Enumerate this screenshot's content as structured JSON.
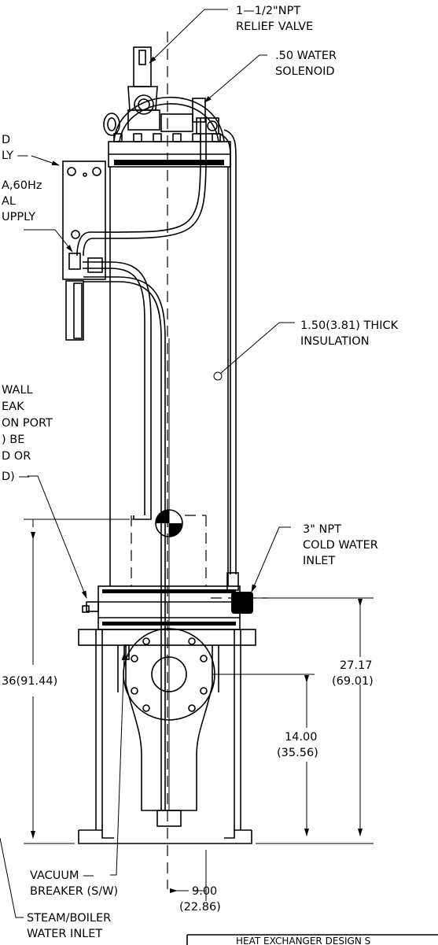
{
  "labels": {
    "relief_valve": [
      "1—1/2\"NPT",
      "RELIEF VALVE"
    ],
    "water_solenoid": [
      ".50 WATER",
      "SOLENOID"
    ],
    "supply_left": [
      "D",
      "LY —"
    ],
    "electrical": [
      "A,60Hz",
      "AL",
      "UPPLY"
    ],
    "insulation": [
      "1.50(3.81) THICK",
      "INSULATION"
    ],
    "leak_port": [
      "WALL",
      "EAK",
      "ON PORT",
      ") BE",
      "D OR",
      "D) —"
    ],
    "cold_inlet": [
      "3\" NPT",
      "COLD WATER",
      "INLET"
    ],
    "vacuum_breaker": [
      "VACUUM —",
      "BREAKER (S/W)"
    ],
    "steam_inlet": [
      "STEAM/BOILER",
      "WATER INLET"
    ],
    "title_block": "HEAT EXCHANGER DESIGN S"
  },
  "dimensions": {
    "overall_height": "36(91.44)",
    "cold_inlet_height": [
      "27.17",
      "(69.01)"
    ],
    "center_height": [
      "14.00",
      "(35.56)"
    ],
    "half_width": [
      "9.00",
      "(22.86)"
    ]
  }
}
